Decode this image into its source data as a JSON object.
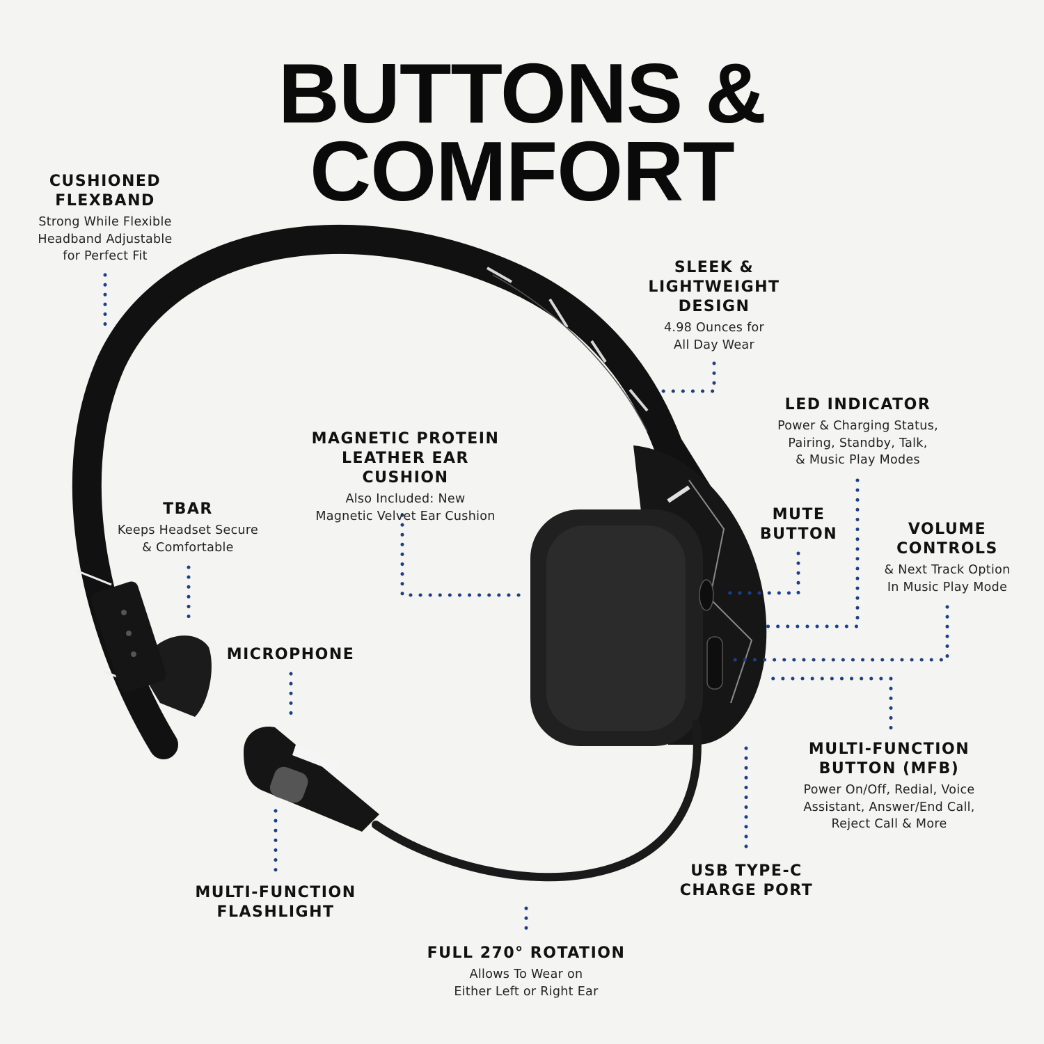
{
  "title": {
    "line1": "BUTTONS &",
    "line2": "COMFORT"
  },
  "colors": {
    "leader_dots": "#1c3f86",
    "headset": "#111111",
    "background": "#f4f4f2"
  },
  "features": {
    "flexband": {
      "heading1": "CUSHIONED",
      "heading2": "FLEXBAND",
      "desc1": "Strong While Flexible",
      "desc2": "Headband Adjustable",
      "desc3": "for Perfect Fit"
    },
    "sleek": {
      "heading1": "SLEEK &",
      "heading2": "LIGHTWEIGHT",
      "heading3": "DESIGN",
      "desc1": "4.98 Ounces for",
      "desc2": "All Day Wear"
    },
    "led": {
      "heading1": "LED INDICATOR",
      "desc1": "Power & Charging Status,",
      "desc2": "Pairing, Standby, Talk,",
      "desc3": "& Music Play Modes"
    },
    "cushion": {
      "heading1": "MAGNETIC PROTEIN",
      "heading2": "LEATHER EAR CUSHION",
      "desc1": "Also Included: New",
      "desc2": "Magnetic Velvet Ear Cushion"
    },
    "tbar": {
      "heading1": "TBAR",
      "desc1": "Keeps Headset Secure",
      "desc2": "& Comfortable"
    },
    "mute": {
      "heading1": "MUTE",
      "heading2": "BUTTON"
    },
    "volume": {
      "heading1": "VOLUME",
      "heading2": "CONTROLS",
      "desc1": "& Next Track Option",
      "desc2": "In Music Play Mode"
    },
    "microphone": {
      "heading1": "MICROPHONE"
    },
    "mfb": {
      "heading1": "MULTI-FUNCTION",
      "heading2": "BUTTON (MFB)",
      "desc1": "Power On/Off, Redial, Voice",
      "desc2": "Assistant, Answer/End Call,",
      "desc3": "Reject Call & More"
    },
    "flashlight": {
      "heading1": "MULTI-FUNCTION",
      "heading2": "FLASHLIGHT"
    },
    "usb": {
      "heading1": "USB TYPE-C",
      "heading2": "CHARGE PORT"
    },
    "rotation": {
      "heading1": "FULL 270° ROTATION",
      "desc1": "Allows To Wear on",
      "desc2": "Either Left or Right Ear"
    }
  }
}
